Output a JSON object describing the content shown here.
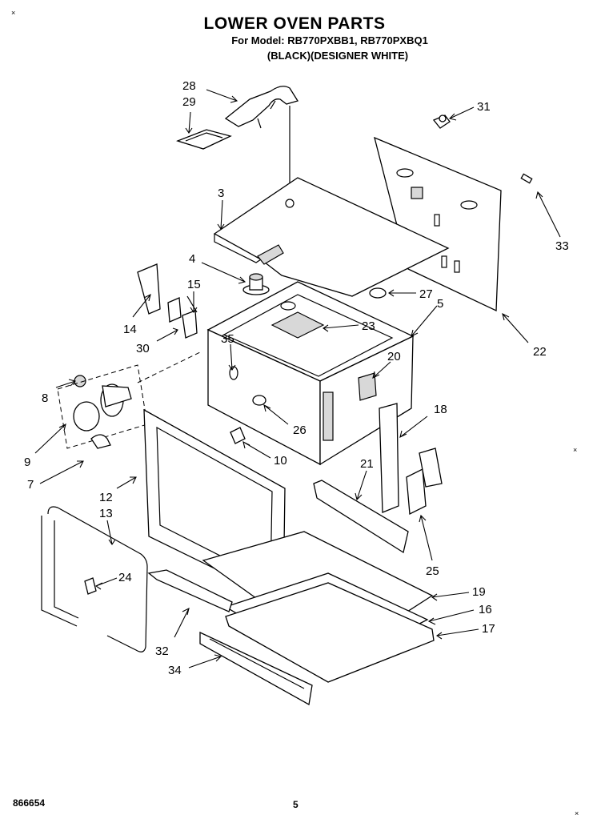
{
  "header": {
    "title": "LOWER OVEN PARTS",
    "model_line": "For Model: RB770PXBB1, RB770PXBQ1",
    "color_line": "(BLACK)(DESIGNER WHITE)"
  },
  "footer": {
    "doc_number": "866654",
    "page_number": "5"
  },
  "corner_marks": [
    "×",
    "×",
    "×"
  ],
  "callouts": [
    "28",
    "29",
    "31",
    "3",
    "33",
    "4",
    "15",
    "27",
    "5",
    "14",
    "23",
    "30",
    "35",
    "22",
    "20",
    "8",
    "18",
    "26",
    "9",
    "10",
    "21",
    "7",
    "12",
    "13",
    "25",
    "24",
    "19",
    "16",
    "32",
    "17",
    "34"
  ]
}
